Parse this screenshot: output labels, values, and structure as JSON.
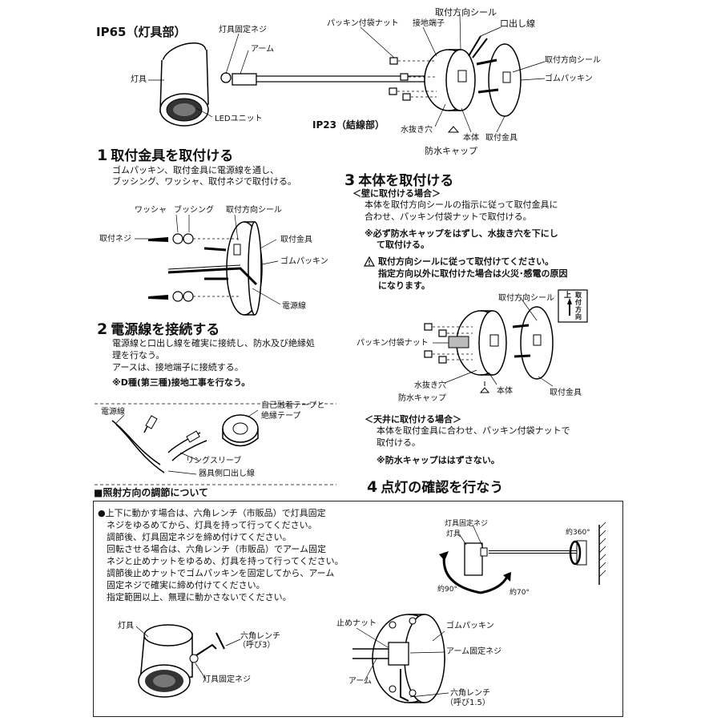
{
  "top": {
    "ip65": "IP65（灯具部）",
    "ip23": "IP23（結線部）",
    "fixture": "灯具",
    "fixture_screw": "灯具固定ネジ",
    "arm": "アーム",
    "led_unit": "LEDユニット",
    "packing_nut": "パッキン付袋ナット",
    "ground_terminal": "接地端子",
    "direction_seal": "取付方向シール",
    "lead_wire": "口出し線",
    "direction_seal2": "取付方向シール",
    "rubber_packing": "ゴムパッキン",
    "drain_hole": "水抜き穴",
    "body": "本体",
    "mount_bracket": "取付金具",
    "waterproof_cap": "防水キャップ"
  },
  "step1": {
    "num": "1",
    "title": "取付金具を取付ける",
    "lines": [
      "ゴムパッキン、取付金具に電源線を通し、",
      "ブッシング、ワッシャ、取付ネジで取付ける。"
    ],
    "washer": "ワッシャ",
    "bushing": "ブッシング",
    "direction_seal": "取付方向シール",
    "mount_screw": "取付ネジ",
    "mount_bracket": "取付金具",
    "rubber_packing": "ゴムパッキン",
    "power_wire": "電源線"
  },
  "step2": {
    "num": "2",
    "title": "電源線を接続する",
    "lines": [
      "電源線と口出し線を確実に接続し、防水及び絶縁処",
      "理を行なう。",
      "アースは、接地端子に接続する。"
    ],
    "note": "※D種(第三種)接地工事を行なう。",
    "power_wire": "電源線",
    "tape": "自己融着テープと",
    "tape2": "絶縁テープ",
    "ring_sleeve": "リングスリーブ",
    "lead_wire": "器具側口出し線"
  },
  "step3": {
    "num": "3",
    "title": "本体を取付ける",
    "wall_head": "＜壁に取付ける場合＞",
    "wall_lines": [
      "本体を取付方向シールの指示に従って取付金具に",
      "合わせ、パッキン付袋ナットで取付ける。"
    ],
    "note1a": "※必ず防水キャップをはずし、水抜き穴を下にし",
    "note1b": "て取付ける。",
    "warn_a": "取付方向シールに従って取付けてください。",
    "warn_b": "指定方向以外に取付けた場合は火災･感電の原因",
    "warn_c": "になります。",
    "direction_seal": "取付方向シール",
    "seal_up": "上",
    "seal_text": "取付方向",
    "packing_nut": "パッキン付袋ナット",
    "drain_hole": "水抜き穴",
    "waterproof_cap": "防水キャップ",
    "body": "本体",
    "mount_bracket": "取付金具",
    "ceiling_head": "＜天井に取付ける場合＞",
    "ceiling_lines": [
      "本体を取付金具に合わせ、パッキン付袋ナットで",
      "取付ける。"
    ],
    "ceiling_note": "※防水キャップははずさない。"
  },
  "step4": {
    "num": "4",
    "title": "点灯の確認を行なう"
  },
  "adjust": {
    "title": "■照射方向の調節について",
    "lines": [
      "●上下に動かす場合は、六角レンチ（市販品）で灯具固定",
      "　ネジをゆるめてから、灯具を持って行ってください。",
      "　調節後、灯具固定ネジを締め付けてください。",
      "　回転させる場合は、六角レンチ（市販品）でアーム固定",
      "　ネジと止めナットをゆるめ、灯具を持って行ってください。",
      "　調節後止めナットでゴムパッキンを固定してから、アーム",
      "　固定ネジで確実に締め付けてください。",
      "　指定範囲以上、無理に動かさないでください。"
    ],
    "fixture_screw": "灯具固定ネジ",
    "fixture": "灯具",
    "deg360": "約360°",
    "deg90": "約90°",
    "deg70": "約70°",
    "fixture2": "灯具",
    "hex_wrench": "六角レンチ",
    "hex_size3": "（呼び3）",
    "fixture_screw2": "灯具固定ネジ",
    "stop_nut": "止めナット",
    "rubber_packing": "ゴムパッキン",
    "arm_screw": "アーム固定ネジ",
    "arm": "アーム",
    "hex_wrench2": "六角レンチ",
    "hex_size15": "（呼び1.5）"
  }
}
